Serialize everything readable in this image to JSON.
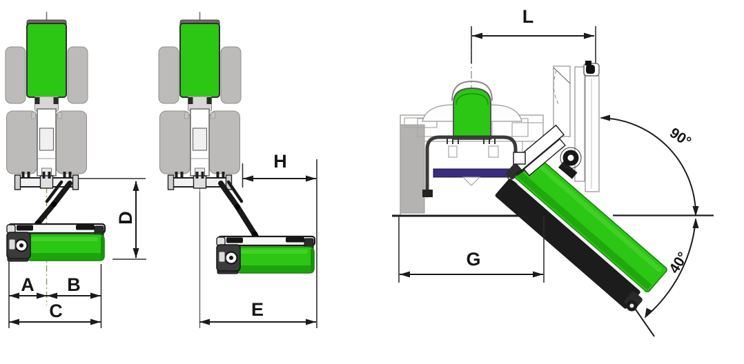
{
  "labels": {
    "dim_a": "A",
    "dim_b": "B",
    "dim_c": "C",
    "dim_d": "D",
    "dim_e": "E",
    "dim_g": "G",
    "dim_h": "H",
    "dim_l": "L",
    "angle_90": "90°",
    "angle_40": "40°"
  },
  "colors": {
    "machine_green": "#2cc614",
    "machine_green_dark": "#1da30c",
    "machine_green_light": "#62de3e",
    "wheel_gray": "#bdbbb9",
    "roller_purple": "#392d7d",
    "line_dark": "#1b1b1b",
    "ghost_gray": "#9b9997",
    "background": "#ffffff"
  }
}
